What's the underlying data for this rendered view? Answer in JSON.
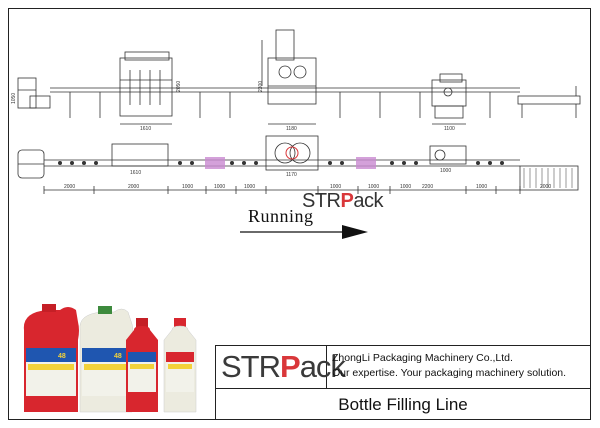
{
  "diagram": {
    "top_dims": [
      "1610",
      "1180",
      "1100"
    ],
    "side_heights": [
      "1050",
      "2050",
      "2300"
    ],
    "bottom_dims": [
      "2000",
      "2000",
      "1000",
      "1000",
      "1000",
      "1000",
      "1000",
      "1000",
      "2200",
      "1000",
      "2000"
    ],
    "mid_dims": [
      "1610",
      "1170",
      "1000"
    ]
  },
  "running_label": "Running",
  "brand": {
    "prefix": "STR",
    "accent": "P",
    "suffix": "ack",
    "accent_color": "#d9373a"
  },
  "footer": {
    "company": "ZhongLi Packaging Machinery Co.,Ltd.",
    "slogan": "Our expertise. Your packaging machinery solution.",
    "title": "Bottle Filling Line"
  },
  "products": {
    "label_number": "48"
  },
  "colors": {
    "line": "#333333",
    "accent_pink": "#c98ad1",
    "bottle_red": "#d8262e",
    "bottle_white": "#f2f2ea",
    "label_blue": "#1f56b0",
    "label_yellow": "#f3d23a"
  }
}
